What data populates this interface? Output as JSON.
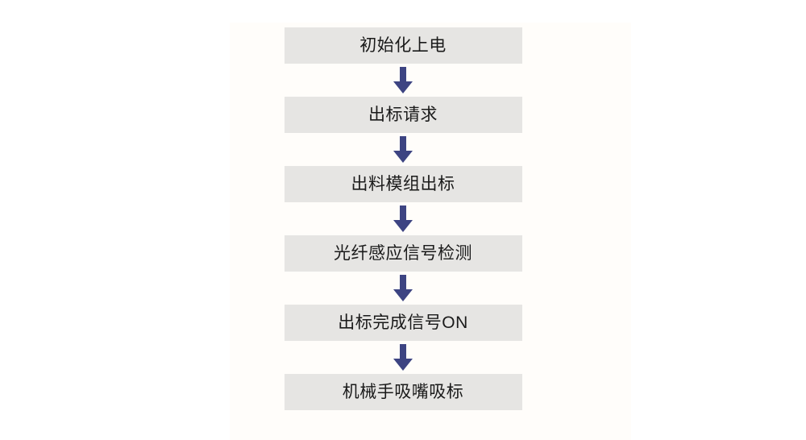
{
  "diagram": {
    "type": "flowchart",
    "orientation": "vertical",
    "node_fill_color": "#e6e5e3",
    "node_text_color": "#1a1a1a",
    "arrow_color": "#3d4482",
    "page_background_color": "#fffdfa",
    "canvas_background_color": "#ffffff",
    "nodes": [
      {
        "id": "node-1",
        "label": "初始化上电"
      },
      {
        "id": "node-2",
        "label": "出标请求"
      },
      {
        "id": "node-3",
        "label": "出料模组出标"
      },
      {
        "id": "node-4",
        "label": "光纤感应信号检测"
      },
      {
        "id": "node-5",
        "label": "出标完成信号ON"
      },
      {
        "id": "node-6",
        "label": "机械手吸嘴吸标"
      }
    ],
    "connectors": [
      {
        "id": "arrow-1",
        "icon": "arrow-down-icon",
        "from": "node-1",
        "to": "node-2"
      },
      {
        "id": "arrow-2",
        "icon": "arrow-down-icon",
        "from": "node-2",
        "to": "node-3"
      },
      {
        "id": "arrow-3",
        "icon": "arrow-down-icon",
        "from": "node-3",
        "to": "node-4"
      },
      {
        "id": "arrow-4",
        "icon": "arrow-down-icon",
        "from": "node-4",
        "to": "node-5"
      },
      {
        "id": "arrow-5",
        "icon": "arrow-down-icon",
        "from": "node-5",
        "to": "node-6"
      }
    ]
  }
}
